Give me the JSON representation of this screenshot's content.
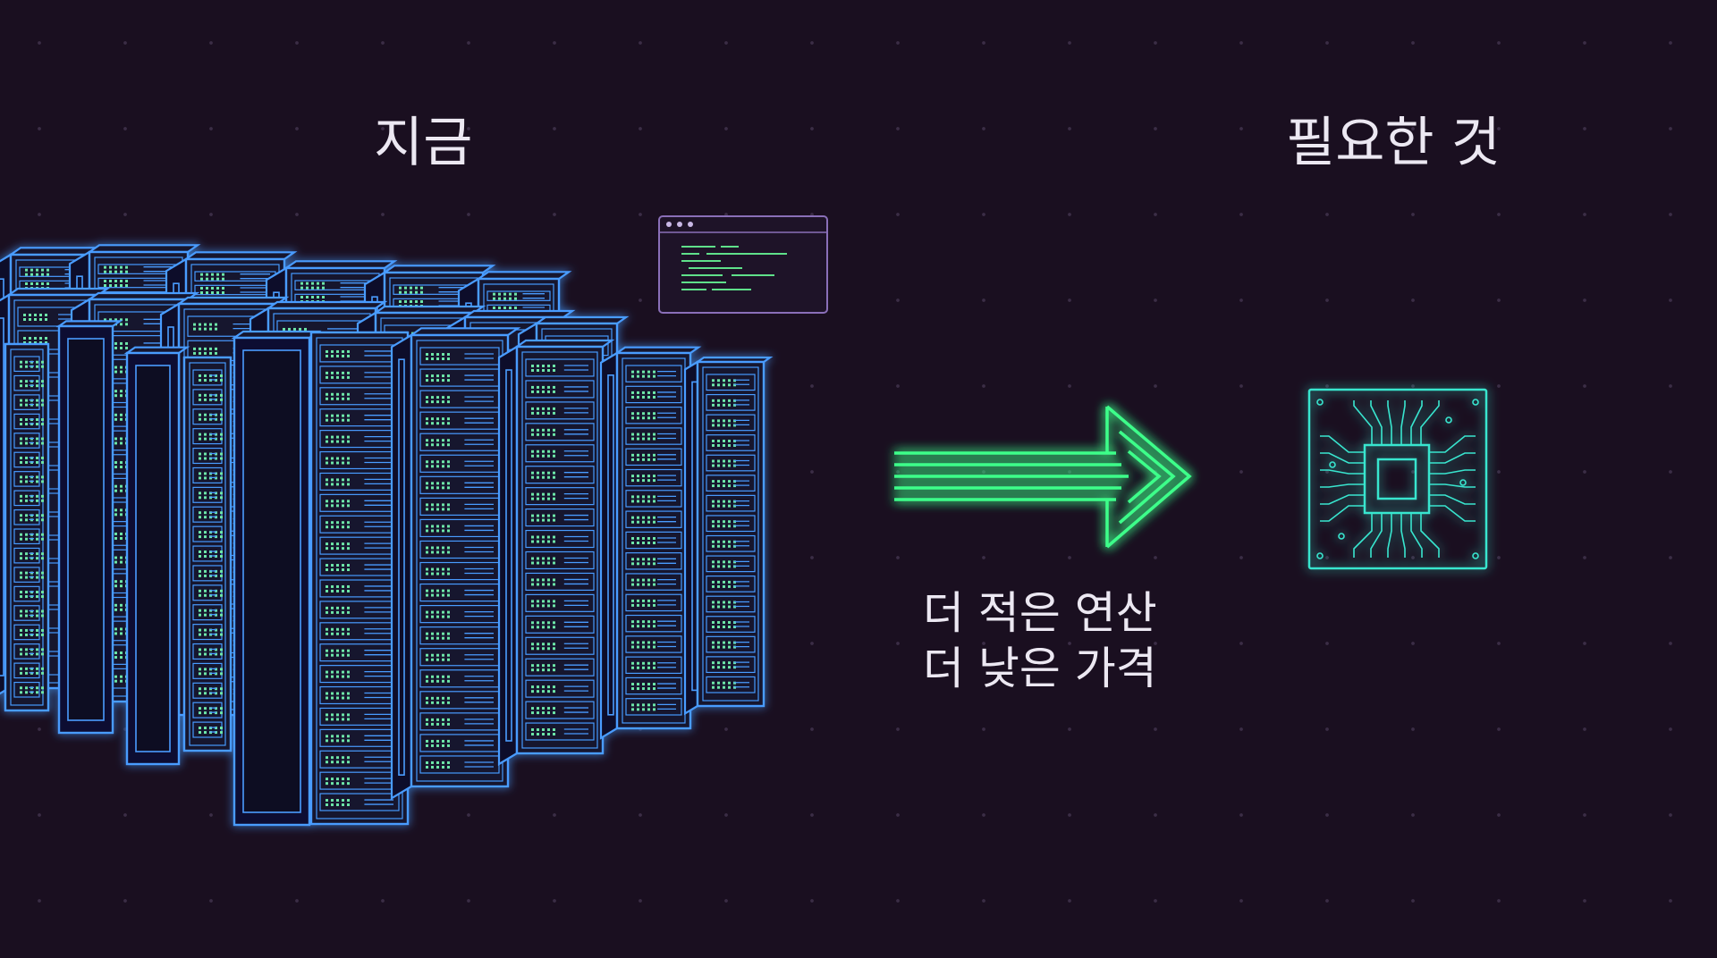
{
  "headings": {
    "now": "지금",
    "need": "필요한 것"
  },
  "caption": {
    "line1": "더 적은 연산",
    "line2": "더 낮은 가격"
  },
  "colors": {
    "background": "#1a0f20",
    "server_outline": "#4a9cff",
    "server_led": "#6de6a8",
    "arrow": "#3dff8a",
    "chip": "#39e6cf",
    "code_window_border": "#8a6fb8",
    "code_line": "#5fe08a",
    "text": "#ece8f2"
  },
  "icons": {
    "server_racks": "server-rack-cluster-icon",
    "code_window": "code-window-icon",
    "arrow": "right-arrow-icon",
    "chip": "microchip-icon"
  }
}
